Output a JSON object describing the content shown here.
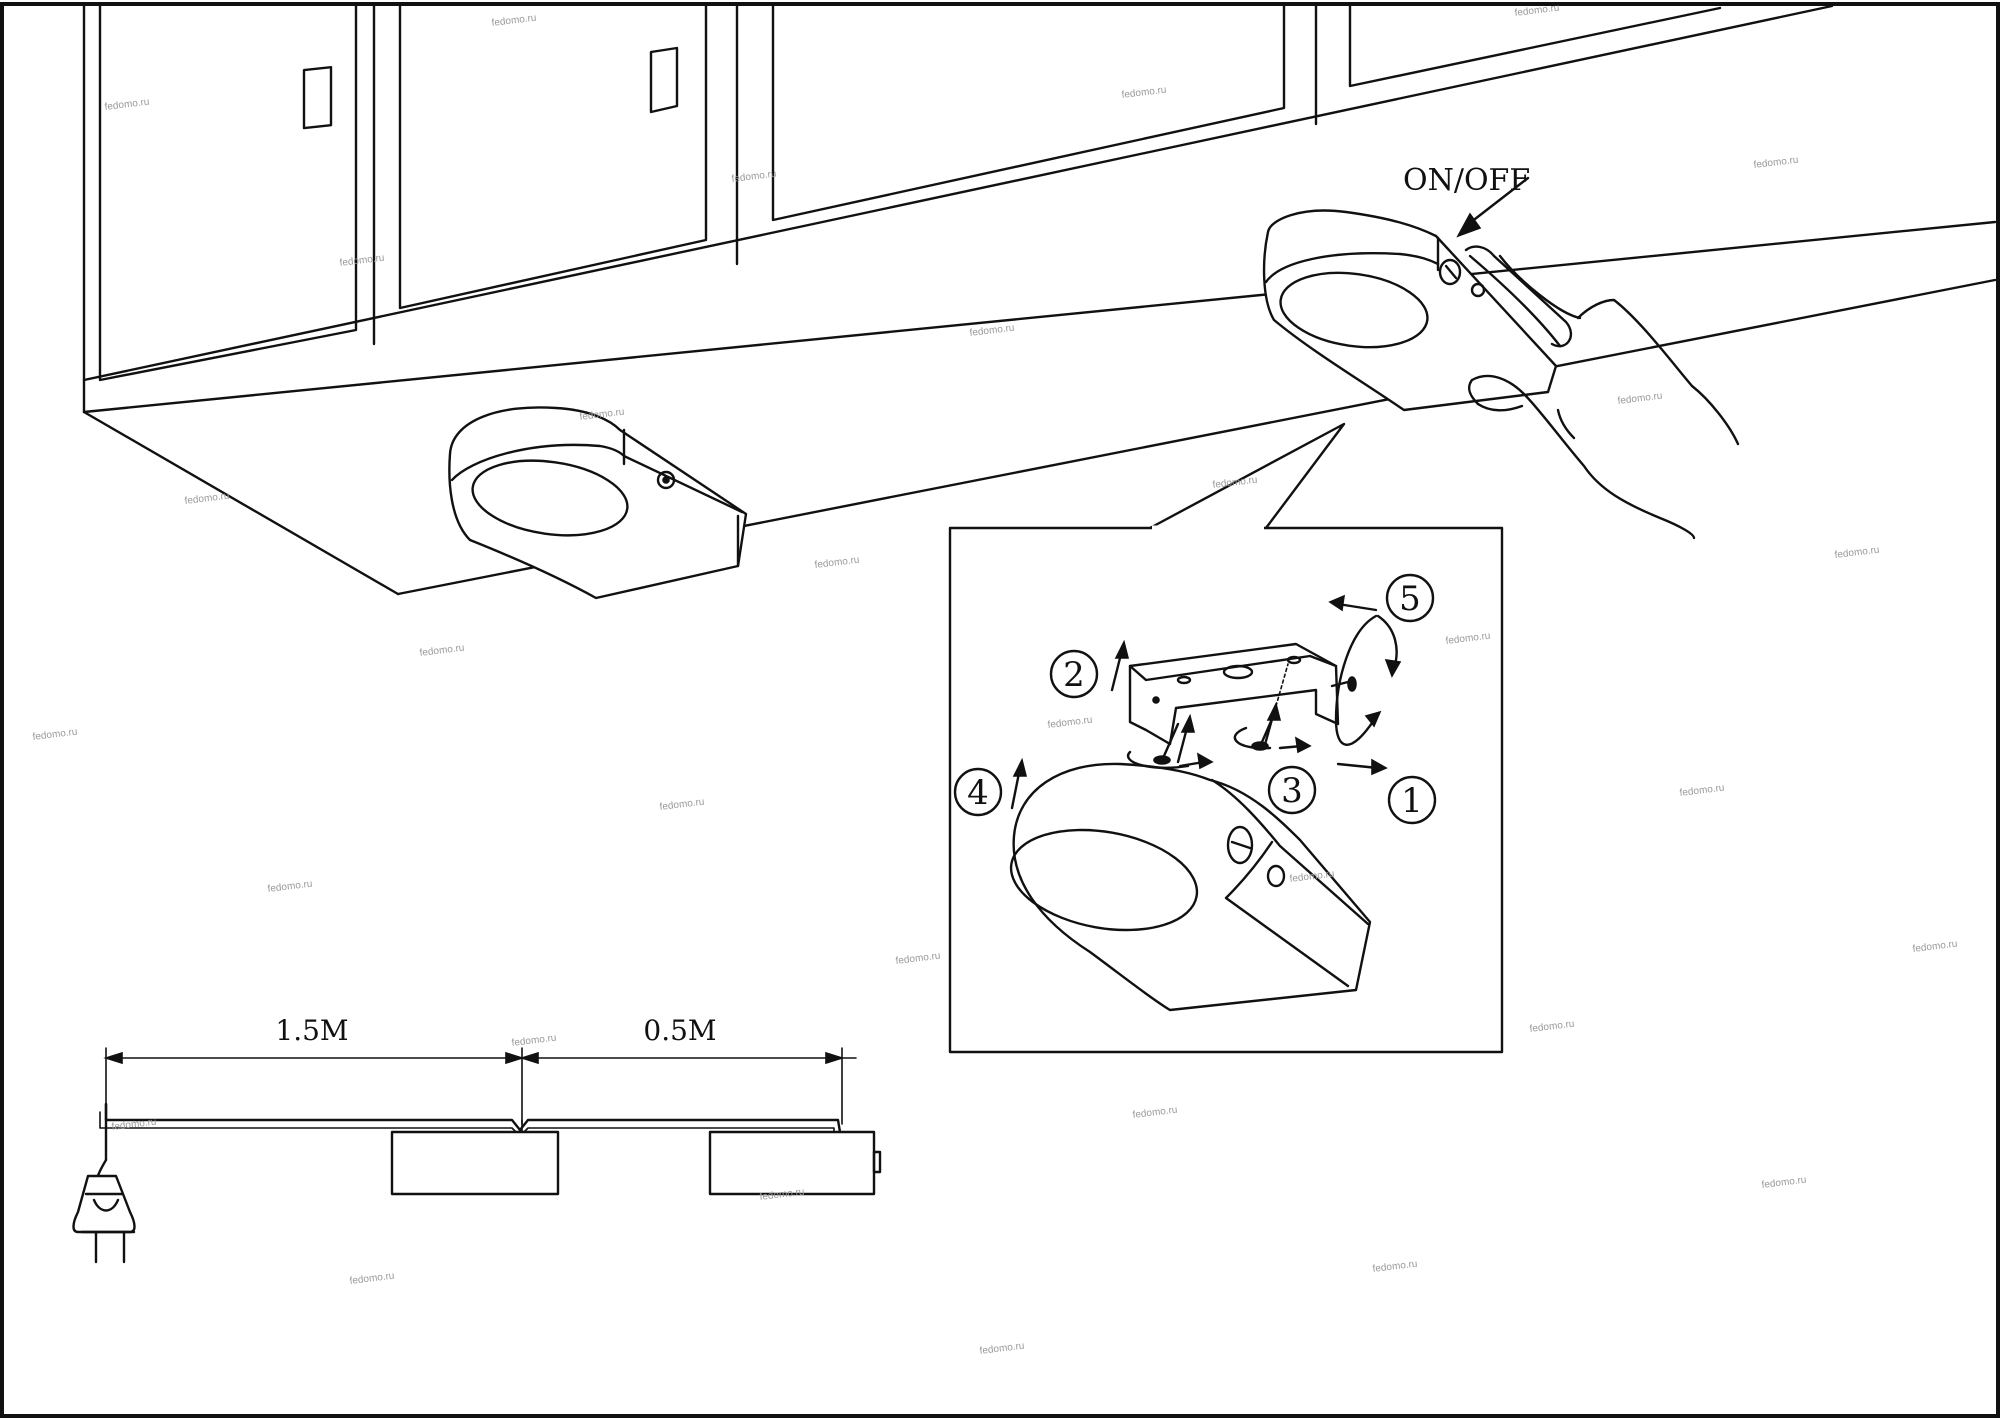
{
  "labels": {
    "switch": "ON/OFF",
    "cable_long": "1.5M",
    "cable_short": "0.5M"
  },
  "steps": [
    "1",
    "2",
    "3",
    "4",
    "5"
  ],
  "watermark": "fedomo.ru"
}
